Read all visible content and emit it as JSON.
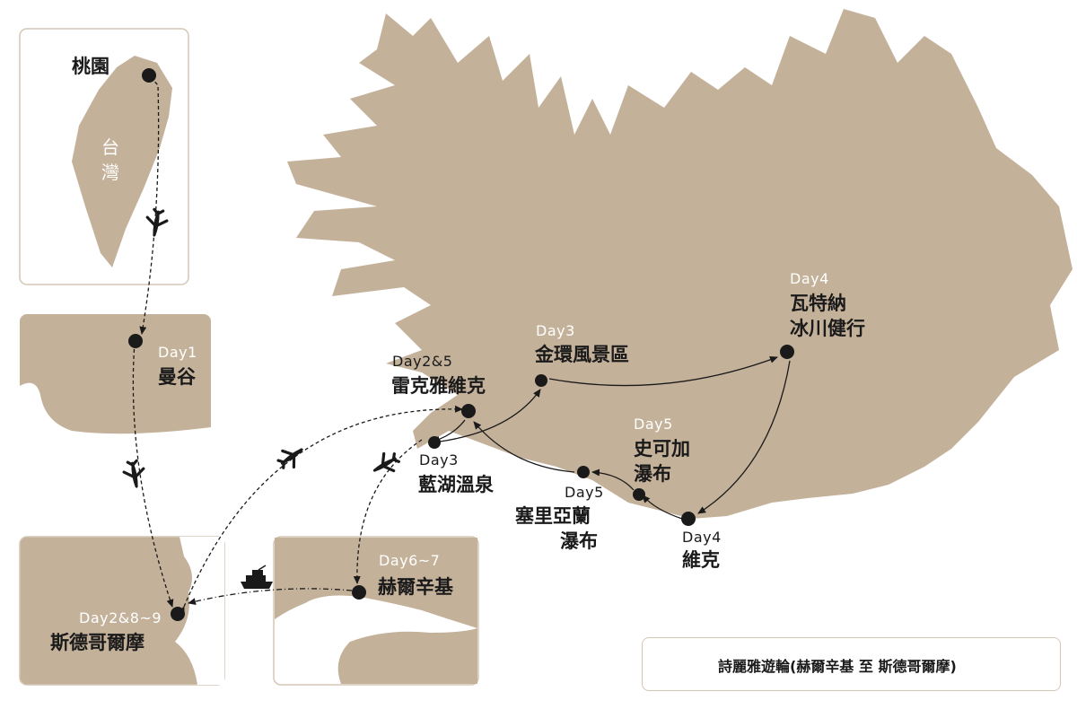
{
  "taiwan": {
    "city": "桃園",
    "island_label": "台灣"
  },
  "stops": [
    {
      "id": "bangkok",
      "day": "Day1",
      "name": "曼谷"
    },
    {
      "id": "stockholm",
      "day": "Day2&8~9",
      "name": "斯德哥爾摩"
    },
    {
      "id": "helsinki",
      "day": "Day6~7",
      "name": "赫爾辛基"
    },
    {
      "id": "reykjavik",
      "day": "Day2&5",
      "name": "雷克雅維克"
    },
    {
      "id": "bluelagoon",
      "day": "Day3",
      "name": "藍湖溫泉"
    },
    {
      "id": "goldencircle",
      "day": "Day3",
      "name": "金環風景區"
    },
    {
      "id": "vatnajokull",
      "day": "Day4",
      "name": "瓦特納",
      "name2": "冰川健行"
    },
    {
      "id": "vik",
      "day": "Day4",
      "name": "維克"
    },
    {
      "id": "skogafoss",
      "day": "Day5",
      "name": "史可加",
      "name2": "瀑布"
    },
    {
      "id": "seljalandsfoss",
      "day": "Day5",
      "name": "塞里亞蘭",
      "name2": "瀑布"
    }
  ],
  "legend": {
    "icon": "cruise-ship-icon",
    "text": "詩麗雅遊輪(赫爾辛基 至 斯德哥爾摩)"
  },
  "colors": {
    "land": "#c4b19a",
    "frame": "#d3c6b5",
    "route": "#1a1a1a"
  }
}
